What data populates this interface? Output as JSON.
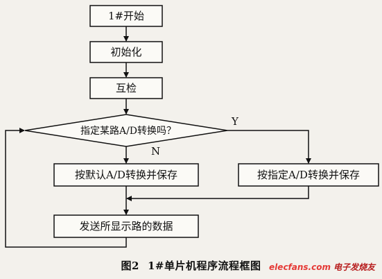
{
  "flowchart": {
    "start": "1#开始",
    "init": "初始化",
    "selfcheck": "互检",
    "decision": "指定某路A/D转换吗？",
    "yes": "Y",
    "no": "N",
    "default_convert": "按默认A/D转换并保存",
    "specified_convert": "按指定A/D转换并保存",
    "send": "发送所显示路的数据"
  },
  "caption": {
    "figure": "图2",
    "title": "1#单片机程序流程框图"
  },
  "watermark": {
    "site": "elecfans.com",
    "cn": "电子发烧友"
  }
}
